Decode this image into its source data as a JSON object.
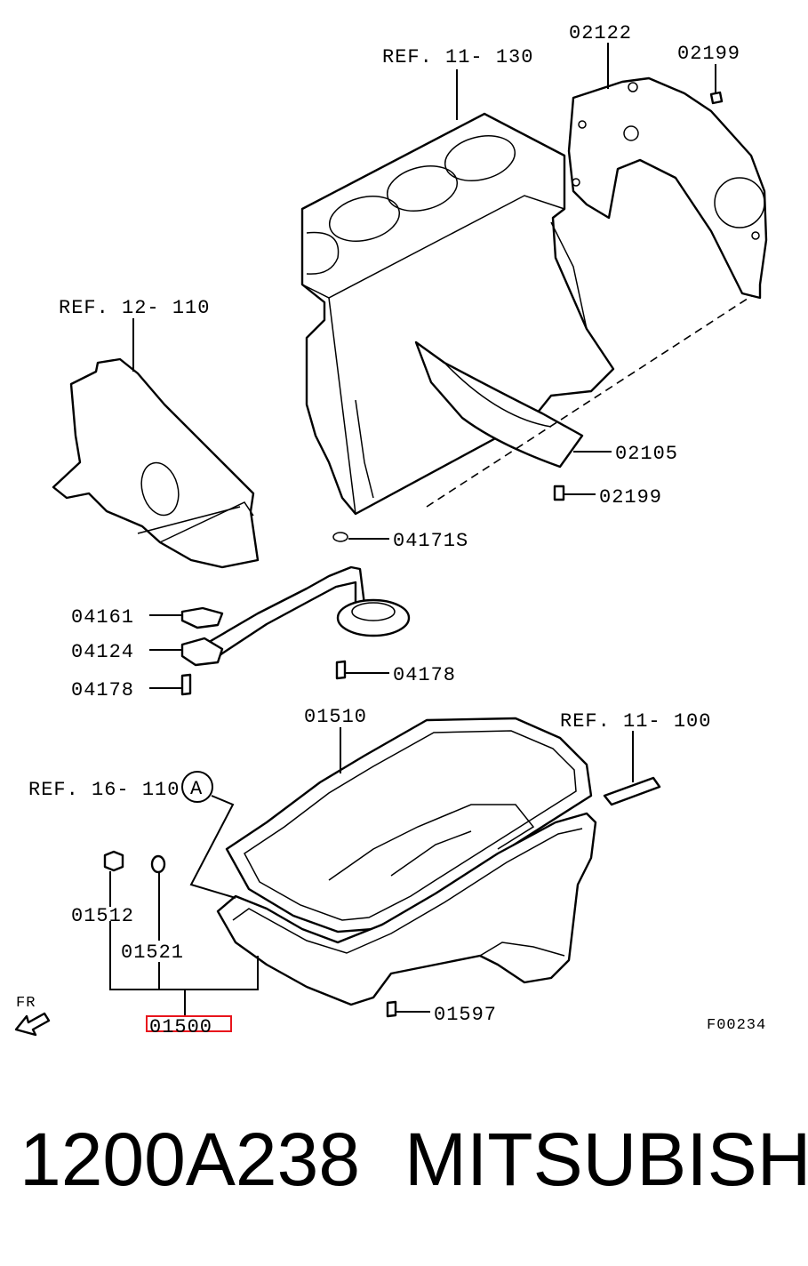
{
  "labels": {
    "ref_11_130": "REF. 11- 130",
    "p02122": "02122",
    "p02199_top": "02199",
    "ref_12_110": "REF. 12- 110",
    "p02105": "02105",
    "p02199_mid": "02199",
    "p04171s": "04171S",
    "p04161": "04161",
    "p04124": "04124",
    "p04178_right": "04178",
    "p04178_left": "04178",
    "p01510": "01510",
    "ref_11_100": "REF. 11- 100",
    "ref_16_110": "REF. 16- 110",
    "circle_a": "A",
    "p01512": "01512",
    "p01521": "01521",
    "p01500": "01500",
    "p01597": "01597",
    "fr": "FR",
    "fig_code": "F00234"
  },
  "highlight_color": "#e8141c",
  "caption": {
    "part_number": "1200A238",
    "brand": "MITSUBISHI"
  }
}
